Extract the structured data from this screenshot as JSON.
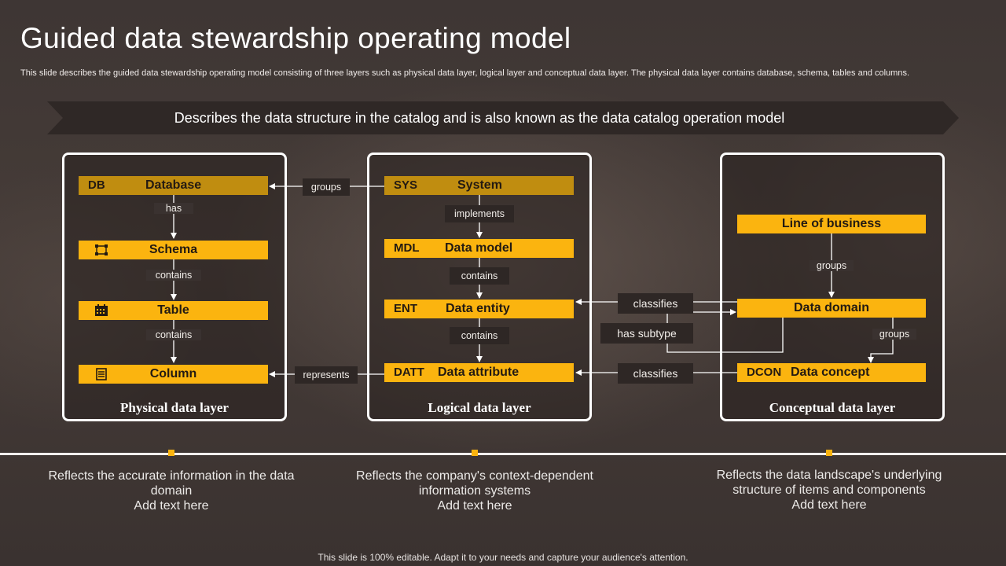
{
  "title": "Guided data stewardship operating model",
  "subtitle": "This slide describes the guided data stewardship operating model consisting of three layers such as physical data layer, logical layer and conceptual data layer. The physical data layer contains database, schema, tables and columns.",
  "banner": "Describes the data structure in the catalog and is also known as the data catalog operation model",
  "physical": {
    "label": "Physical data layer",
    "database": {
      "code": "DB",
      "name": "Database"
    },
    "schema": {
      "name": "Schema"
    },
    "table": {
      "name": "Table"
    },
    "column": {
      "name": "Column"
    },
    "edge_has": "has",
    "edge_contains_1": "contains",
    "edge_contains_2": "contains"
  },
  "logical": {
    "label": "Logical data layer",
    "system": {
      "code": "SYS",
      "name": "System"
    },
    "data_model": {
      "code": "MDL",
      "name": "Data model"
    },
    "data_entity": {
      "code": "ENT",
      "name": "Data entity"
    },
    "data_attribute": {
      "code": "DATT",
      "name": "Data attribute"
    },
    "edge_implements": "implements",
    "edge_contains_1": "contains",
    "edge_contains_2": "contains"
  },
  "conceptual": {
    "label": "Conceptual data layer",
    "line_of_business": {
      "name": "Line of business"
    },
    "data_domain": {
      "name": "Data domain"
    },
    "data_concept": {
      "code": "DCON",
      "name": "Data concept"
    },
    "edge_groups_1": "groups",
    "edge_groups_2": "groups"
  },
  "cross": {
    "groups": "groups",
    "represents": "represents",
    "classifies_1": "classifies",
    "classifies_2": "classifies",
    "has_subtype": "has subtype"
  },
  "descriptions": [
    {
      "text": "Reflects the accurate information in the data domain\nAdd text here"
    },
    {
      "text": "Reflects the company's context-dependent information systems\nAdd text here"
    },
    {
      "text": "Reflects the data landscape's underlying structure of items and components\nAdd text here"
    }
  ],
  "footer": "This slide is 100% editable. Adapt it to your needs and capture your audience's attention.",
  "colors": {
    "accent": "#fbb40f",
    "accent_dim": "#c08d10",
    "panel_border": "#ffffff"
  },
  "icons": {
    "schema": "hierarchy-icon",
    "table": "calendar-grid-icon",
    "column": "list-icon"
  }
}
